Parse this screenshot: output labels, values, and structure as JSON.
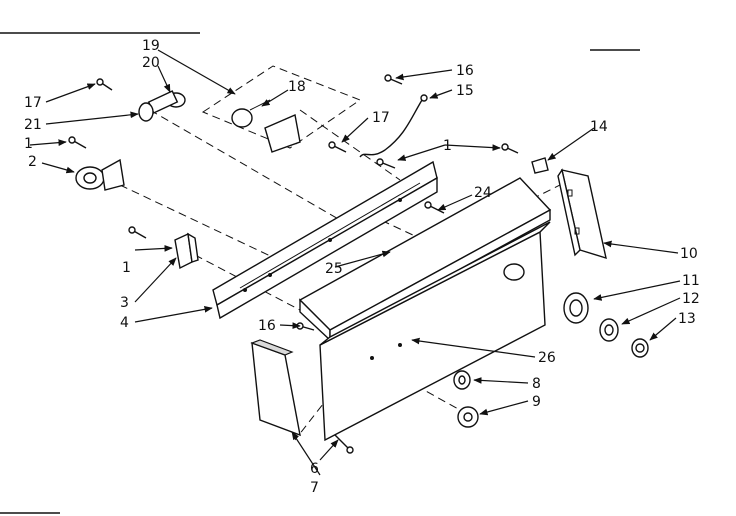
{
  "callouts": {
    "c1a": "1",
    "c1b": "1",
    "c1c": "1",
    "c2": "2",
    "c3": "3",
    "c4": "4",
    "c6": "6",
    "c7": "7",
    "c8": "8",
    "c9": "9",
    "c10": "10",
    "c11": "11",
    "c12": "12",
    "c13": "13",
    "c14": "14",
    "c15": "15",
    "c16a": "16",
    "c16b": "16",
    "c17a": "17",
    "c17b": "17",
    "c18": "18",
    "c19": "19",
    "c20": "20",
    "c21": "21",
    "c24": "24",
    "c25": "25",
    "c26": "26"
  }
}
